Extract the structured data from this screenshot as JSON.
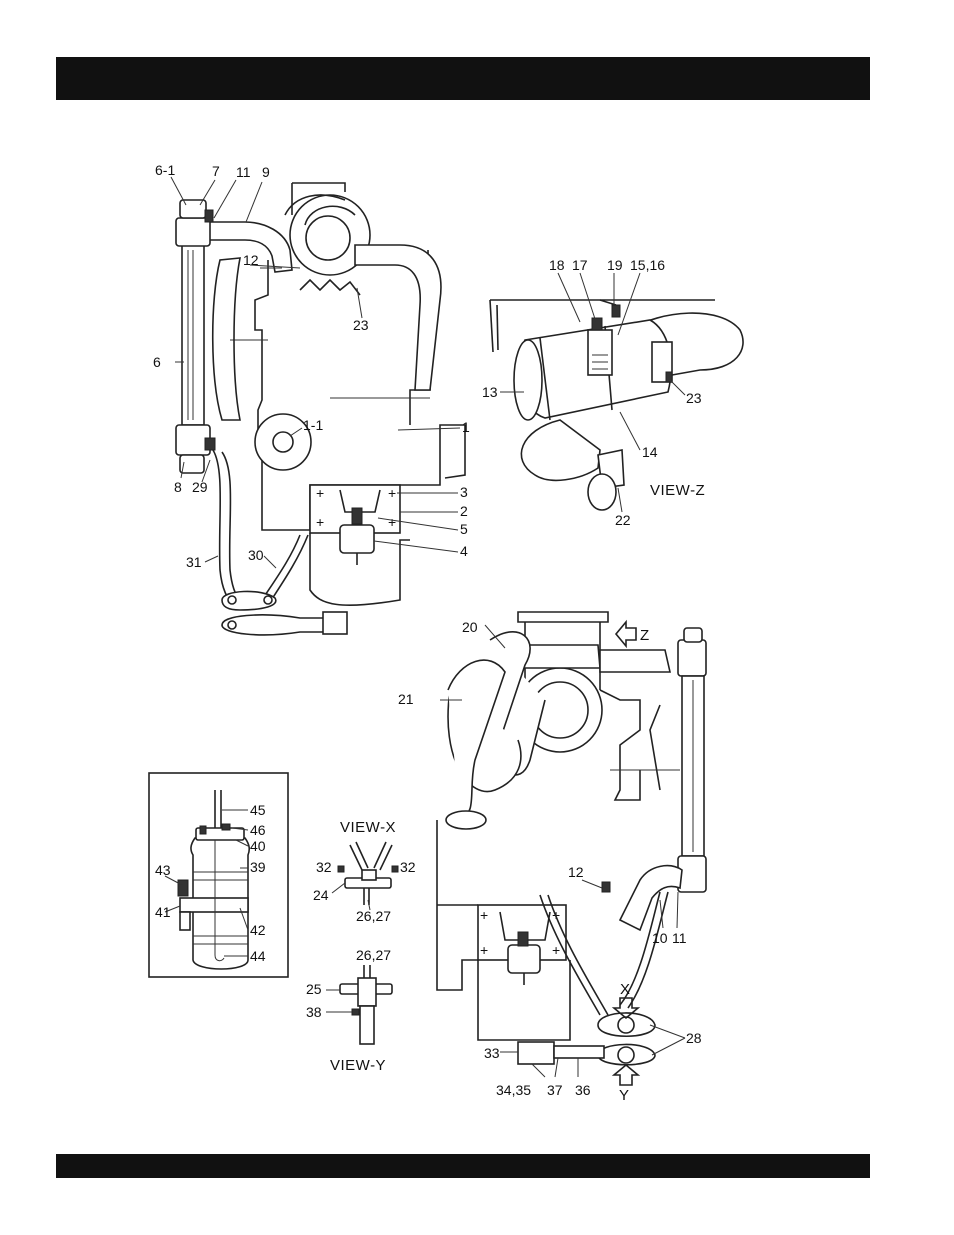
{
  "header_bar": {
    "text": ""
  },
  "footer_bar": {
    "text": ""
  },
  "views": {
    "view_x": "VIEW-X",
    "view_y": "VIEW-Y",
    "view_z": "VIEW-Z"
  },
  "direction_arrows": {
    "x": "X",
    "y": "Y",
    "z": "Z"
  },
  "callouts": {
    "c6_1": "6-1",
    "c7": "7",
    "c11_top": "11",
    "c9": "9",
    "c12_top": "12",
    "c23_main": "23",
    "c6": "6",
    "c1_1": "1-1",
    "c1": "1",
    "c8": "8",
    "c29": "29",
    "c3": "3",
    "c2": "2",
    "c5": "5",
    "c4": "4",
    "c31": "31",
    "c30": "30",
    "c18": "18",
    "c17": "17",
    "c19": "19",
    "c15_16": "15,16",
    "c13": "13",
    "c23_z": "23",
    "c14": "14",
    "c22": "22",
    "c20": "20",
    "c21": "21",
    "c45": "45",
    "c46": "46",
    "c40": "40",
    "c39": "39",
    "c43": "43",
    "c41": "41",
    "c42": "42",
    "c44": "44",
    "c32_left": "32",
    "c32_right": "32",
    "c24": "24",
    "c26_27_x": "26,27",
    "c26_27_y": "26,27",
    "c25": "25",
    "c38": "38",
    "c12_bottom": "12",
    "c10": "10",
    "c11_bottom": "11",
    "c28": "28",
    "c33": "33",
    "c34_35": "34,35",
    "c37": "37",
    "c36": "36"
  }
}
